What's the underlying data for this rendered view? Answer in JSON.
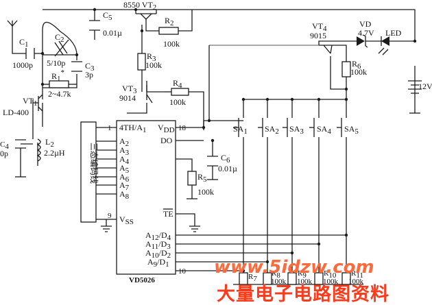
{
  "labels": {
    "vt2": "8550 VT",
    "vt2_sub": "2",
    "c5": "C",
    "c5_sub": "5",
    "c5_val": "0.01µ",
    "r2": "R",
    "r2_sub": "2",
    "r2_val": "100k",
    "r3": "R",
    "r3_sub": "3",
    "r3_val": "100k",
    "vt3": "VT",
    "vt3_sub": "3",
    "vt3_val": "9014",
    "r4": "R",
    "r4_sub": "4",
    "r4_val": "100k",
    "c1": "C",
    "c1_sub": "1",
    "c1_val": "1000p",
    "c2": "C",
    "c2_sub": "2",
    "c2_val": "5/10p",
    "c3": "C",
    "c3_sub": "3",
    "c3_val": "3p",
    "r1": "R",
    "r1_sub": "1",
    "r1_sup": "*",
    "r1_val": "2~4.7k",
    "vt1": "VT",
    "vt1_sub": "1",
    "vt1_val": "LD-400",
    "l2": "L",
    "l2_sub": "2",
    "l2_val": "2.2µH",
    "c4": "C",
    "c4_sub": "4",
    "c4_val": "0p",
    "vt4": "VT",
    "vt4_sub": "4",
    "vt4_val": "9015",
    "vd": "VD",
    "vd_val": "4.7V",
    "led": "LED",
    "r6": "R",
    "r6_sub": "6",
    "r6_val": "100k",
    "bat": "12V",
    "sa1": "SA",
    "sa1_sub": "1",
    "sa2": "SA",
    "sa2_sub": "2",
    "sa3": "SA",
    "sa3_sub": "3",
    "sa4": "SA",
    "sa4_sub": "4",
    "sa5": "SA",
    "sa5_sub": "5",
    "bus_label": "三态编码线",
    "pin1": "1",
    "pin18": "18",
    "pin9": "9",
    "pin10": "10",
    "p_4th": "4TH/A",
    "p_4th_sub": "1",
    "p_vdd": "V",
    "p_vdd_sub": "DD",
    "p_do": "DO",
    "p_a2": "A",
    "p_a2_sub": "2",
    "p_a3": "A",
    "p_a3_sub": "3",
    "p_a4": "A",
    "p_a4_sub": "4",
    "p_a5": "A",
    "p_a5_sub": "5",
    "p_a6": "A",
    "p_a6_sub": "6",
    "p_a7": "A",
    "p_a7_sub": "7",
    "p_a8": "A",
    "p_a8_sub": "8",
    "p_vss": "V",
    "p_vss_sub": "SS",
    "p_te": "TE",
    "p_d4": "A",
    "p_d4_sub": "12",
    "p_d4_tail": "/D",
    "p_d4_tsub": "4",
    "p_d3": "A",
    "p_d3_sub": "11",
    "p_d3_tail": "/D",
    "p_d3_tsub": "3",
    "p_d2": "A",
    "p_d2_sub": "10",
    "p_d2_tail": "/D",
    "p_d2_tsub": "2",
    "p_d1": "A",
    "p_d1_sub": "9",
    "p_d1_tail": "/D",
    "p_d1_tsub": "1",
    "chip": "VD5026",
    "c6": "C",
    "c6_sub": "6",
    "c6_val": "0.01µ",
    "r5": "R",
    "r5_sub": "5",
    "r5_val": "100k",
    "r7": "R",
    "r7_sub": "7",
    "r8": "R",
    "r8_sub": "8",
    "r8_val": "100k",
    "r9": "R",
    "r9_sub": "9",
    "r9_val": "100k",
    "r10": "R",
    "r10_sub": "10",
    "r10_val": "100k",
    "r11": "R",
    "r11_sub": "11",
    "r11_val": "100k"
  },
  "watermark": {
    "site": "www.5idzw.com",
    "cn": "大量电子电路图资料"
  }
}
